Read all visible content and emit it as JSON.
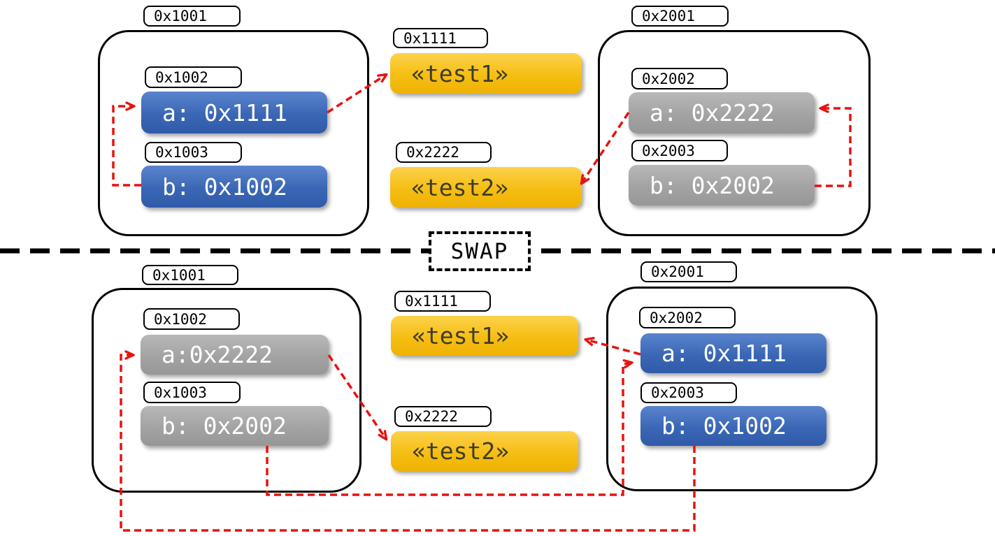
{
  "swap_label": "SWAP",
  "colors": {
    "cell_blue": "#3a67b5",
    "cell_gray": "#a3a3a3",
    "cell_yellow": "#f5be13",
    "pointer_red": "#e8120f",
    "outline_black": "#000000"
  },
  "top": {
    "left_frame": {
      "address": "0x1001",
      "slots": [
        {
          "address": "0x1002",
          "value": "a: 0x1111"
        },
        {
          "address": "0x1003",
          "value": "b: 0x1002"
        }
      ]
    },
    "heap": {
      "slots": [
        {
          "address": "0x1111",
          "value": "«test1»"
        },
        {
          "address": "0x2222",
          "value": "«test2»"
        }
      ]
    },
    "right_frame": {
      "address": "0x2001",
      "slots": [
        {
          "address": "0x2002",
          "value": "a: 0x2222"
        },
        {
          "address": "0x2003",
          "value": "b: 0x2002"
        }
      ]
    }
  },
  "bottom": {
    "left_frame": {
      "address": "0x1001",
      "slots": [
        {
          "address": "0x1002",
          "value": "a:0x2222"
        },
        {
          "address": "0x1003",
          "value": "b: 0x2002"
        }
      ]
    },
    "heap": {
      "slots": [
        {
          "address": "0x1111",
          "value": "«test1»"
        },
        {
          "address": "0x2222",
          "value": "«test2»"
        }
      ]
    },
    "right_frame": {
      "address": "0x2001",
      "slots": [
        {
          "address": "0x2002",
          "value": "a: 0x1111"
        },
        {
          "address": "0x2003",
          "value": "b: 0x1002"
        }
      ]
    }
  }
}
